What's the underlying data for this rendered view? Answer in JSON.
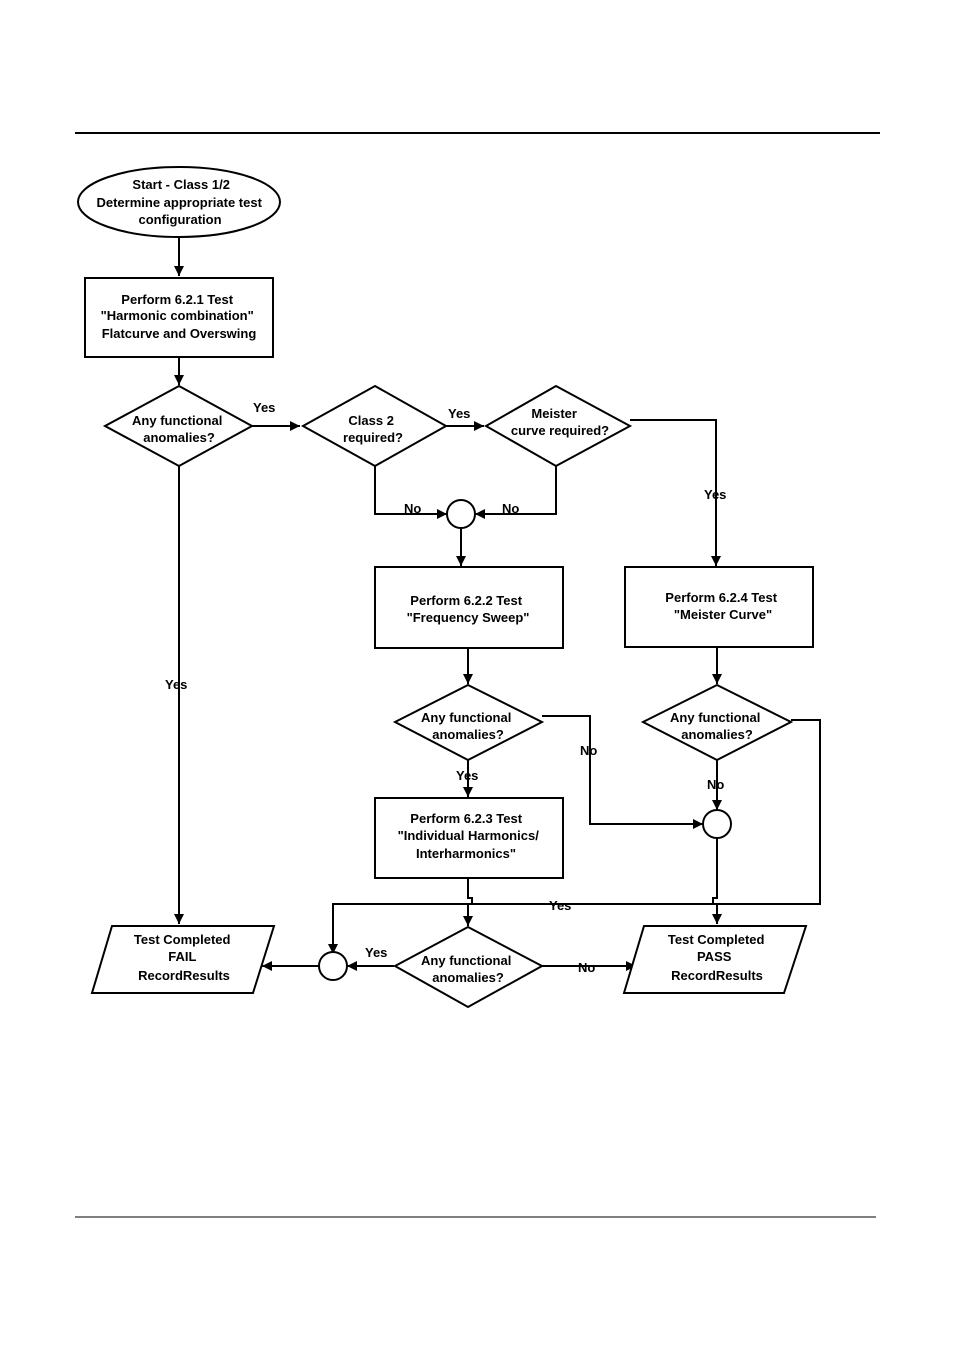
{
  "nodes": {
    "start": [
      "Start - Class 1/2",
      "Determine appropriate test",
      "configuration"
    ],
    "perform_621": [
      "Perform 6.2.1 Test",
      "\"Harmonic combination\"",
      "Flatcurve and Overswing"
    ],
    "decision_anomalies_1": [
      "Any functional",
      "anomalies?"
    ],
    "decision_class2": [
      "Class 2",
      "required?"
    ],
    "decision_meister": [
      "Meister",
      "curve required?"
    ],
    "perform_622": [
      "Perform 6.2.2 Test",
      "\"Frequency Sweep\""
    ],
    "perform_624": [
      "Perform 6.2.4 Test",
      "\"Meister Curve\""
    ],
    "decision_anomalies_2": [
      "Any functional",
      "anomalies?"
    ],
    "decision_anomalies_3": [
      "Any functional",
      "anomalies?"
    ],
    "perform_623": [
      "Perform 6.2.3 Test",
      "\"Individual Harmonics/",
      "Interharmonics\""
    ],
    "decision_anomalies_4": [
      "Any functional",
      "anomalies?"
    ],
    "result_fail": [
      "Test Completed",
      "FAIL",
      "RecordResults"
    ],
    "result_pass": [
      "Test Completed",
      "PASS",
      "RecordResults"
    ]
  },
  "edge_labels": {
    "a1_yes_right": "Yes",
    "a1_yes_down": "Yes",
    "class2_yes": "Yes",
    "class2_no": "No",
    "meister_no": "No",
    "meister_yes": "Yes",
    "a2_no": "No",
    "a2_yes": "Yes",
    "a3_no": "No",
    "a3_yes": "Yes",
    "a4_yes": "Yes",
    "a4_no": "No"
  }
}
